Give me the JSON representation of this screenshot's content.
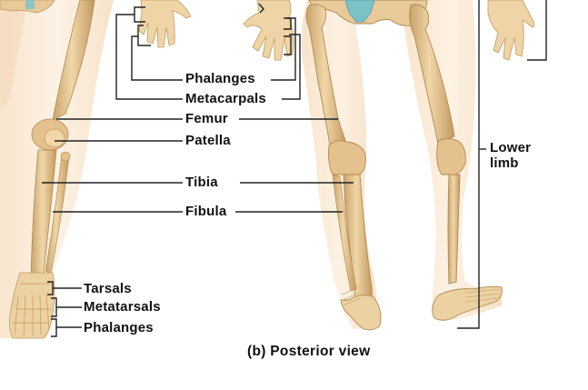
{
  "figure": {
    "caption": "(b) Posterior view",
    "colors": {
      "bone": "#e8c99a",
      "bone_shadow": "#c9a36b",
      "bone_dark": "#b08850",
      "skin": "#fbe9d4",
      "skin_edge": "#f5dcc0",
      "cartilage": "#7cc3c8",
      "leader_line": "#222222",
      "text": "#111111"
    }
  },
  "labels": {
    "hand_phalanges": "Phalanges",
    "metacarpals": "Metacarpals",
    "femur": "Femur",
    "patella": "Patella",
    "tibia": "Tibia",
    "fibula": "Fibula",
    "tarsals": "Tarsals",
    "metatarsals": "Metatarsals",
    "foot_phalanges": "Phalanges",
    "lower_limb_line1": "Lower",
    "lower_limb_line2": "limb"
  }
}
